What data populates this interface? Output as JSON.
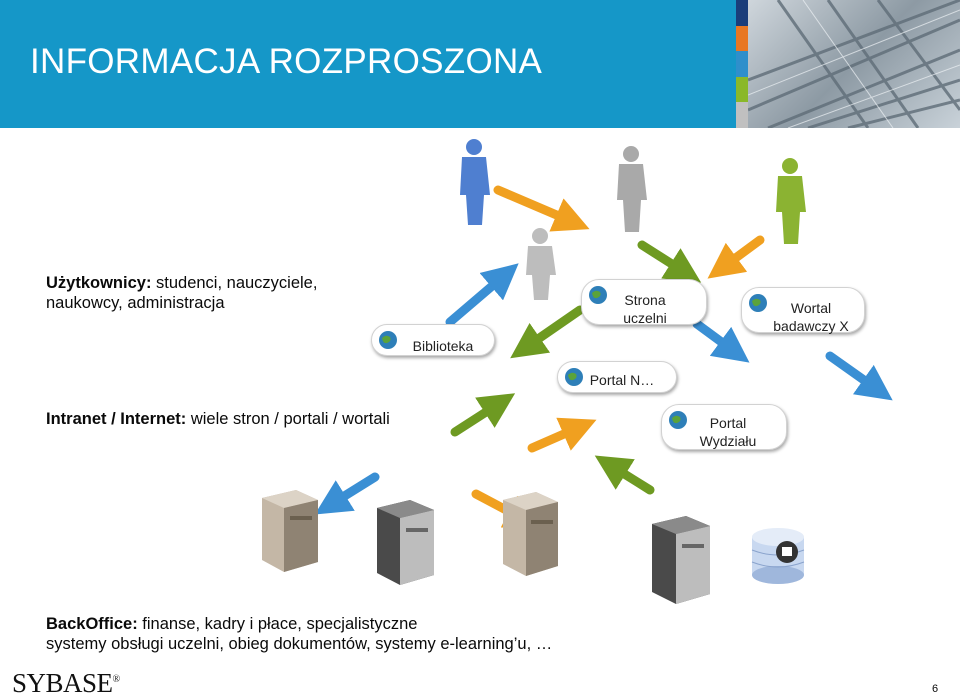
{
  "slide": {
    "title": "INFORMACJA ROZPROSZONA",
    "users": {
      "label": "Użytkownicy:",
      "text": " studenci, nauczyciele, naukowcy, administracja"
    },
    "intranet": {
      "label": "Intranet / Internet:",
      "text": " wiele stron / portali / wortali"
    },
    "backoffice": {
      "label": "BackOffice:",
      "line1": " finanse, kadry i płace, specjalistyczne",
      "line2": "systemy obsługi uczelni, obieg dokumentów, systemy e-learning’u, …"
    },
    "portals": {
      "biblioteka": "Biblioteka",
      "strona_l1": "Strona",
      "strona_l2": "uczelni",
      "wortal_l1": "Wortal",
      "wortal_l2": "badawczy X",
      "portal_n": "Portal N…",
      "wydzial_l1": "Portal",
      "wydzial_l2": "Wydziału"
    },
    "logo": "SYBASE",
    "logo_mark": "®",
    "page_number": "6"
  },
  "colors": {
    "header": "#1597c8",
    "strip": [
      "#1a3d7a",
      "#e87722",
      "#2f8fcb",
      "#8ab829",
      "#c0c0c0"
    ],
    "arrow_blue": "#3a8fd4",
    "arrow_orange": "#f0a020",
    "arrow_green": "#6e9a22"
  },
  "icons": [
    "person-icon",
    "server-icon",
    "database-icon",
    "globe-icon",
    "arrow-icon"
  ]
}
